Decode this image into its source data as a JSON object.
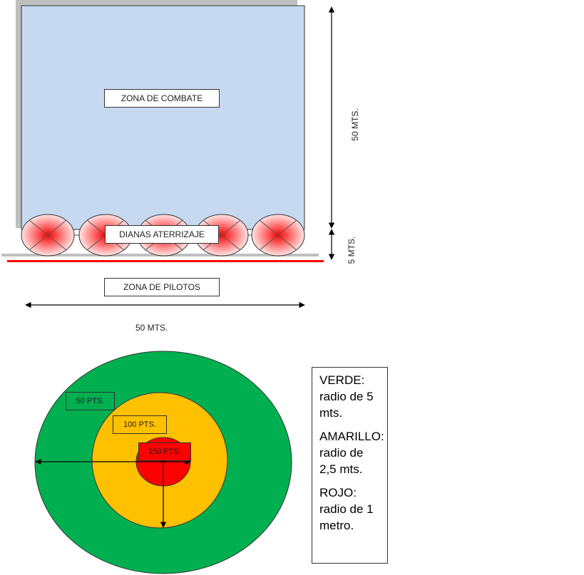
{
  "field": {
    "combat_zone_label": "ZONA DE COMBATE",
    "landing_targets_label": "DIANAS ATERRIZAJE",
    "pilots_zone_label": "ZONA DE PILOTOS",
    "height_label": "50  MTS.",
    "landing_height_label": "5  MTS.",
    "width_label": "50 MTS.",
    "target_count": 5,
    "colors": {
      "combat_zone_fill": "#c6d9f1",
      "wall_gray": "#bfbfbf",
      "pilot_line_red": "#ff0000",
      "target_red": "#ff0000"
    }
  },
  "target": {
    "rings": [
      {
        "color_name": "green",
        "color": "#00b050",
        "points_label": "50 PTS."
      },
      {
        "color_name": "yellow",
        "color": "#ffc000",
        "points_label": "100 PTS."
      },
      {
        "color_name": "red",
        "color": "#ff0000",
        "points_label": "150 PTS."
      }
    ]
  },
  "legend": {
    "green": "VERDE: radio de 5 mts.",
    "yellow": "AMARILLO: radio de 2,5 mts.",
    "red": "ROJO: radio de 1 metro."
  }
}
